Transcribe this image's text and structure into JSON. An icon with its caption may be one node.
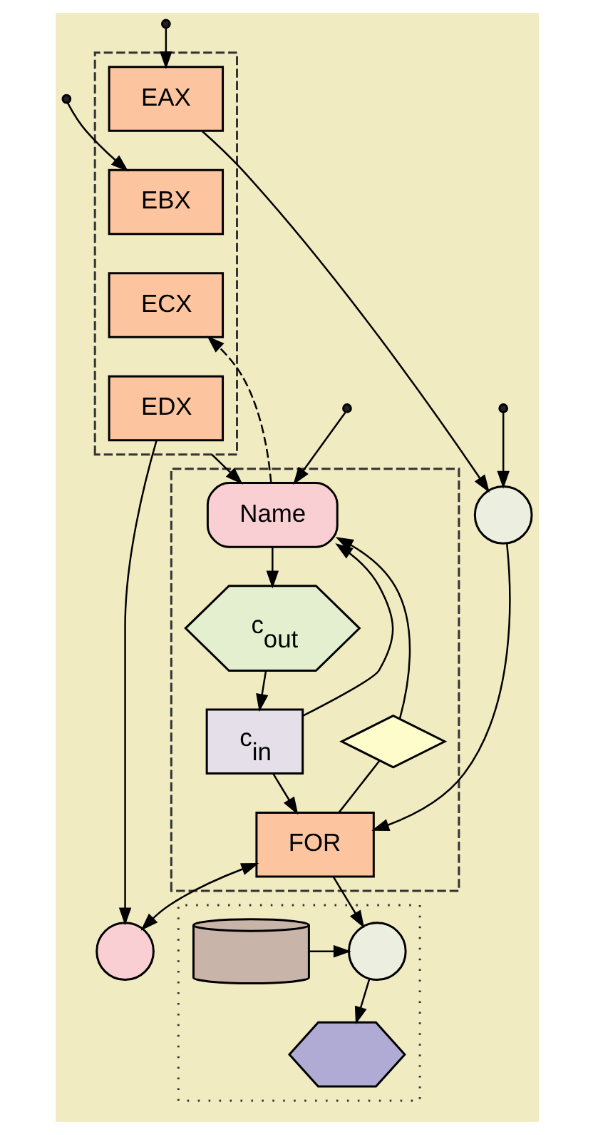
{
  "diagram": {
    "nodes": [
      {
        "text": [],
        "shape": "box"
      },
      {
        "text": [
          "EAX"
        ],
        "in": 0
      },
      {
        "text": [
          "EBX"
        ],
        "in": 0
      },
      {
        "text": [
          "ECX"
        ],
        "in": 0
      },
      {
        "text": [
          "EDX"
        ],
        "in": 0
      },
      {
        "text": [],
        "shape": "circle"
      },
      {
        "text": [],
        "shape": "box"
      },
      {
        "text": [
          "Name"
        ],
        "in": 6
      },
      {
        "text": [
          "c$_{out}$"
        ],
        "in": 6
      },
      {
        "text": [
          "c$_{in}$"
        ],
        "in": 6
      },
      {
        "text": [
          "FOR"
        ],
        "in": 6
      },
      {
        "text": [],
        "shape": "diamond",
        "in": 6
      },
      {
        "text": [],
        "shape": "circle"
      },
      {
        "text": [],
        "shape": "box"
      },
      {
        "text": [],
        "shape": "circle",
        "in": 13
      },
      {
        "text": [],
        "shape": "cylinder",
        "in": 13
      },
      {
        "text": [],
        "shape": "hexagon",
        "in": 13
      }
    ],
    "edges": [
      {
        "from": null,
        "to": 1,
        "arrow": "to"
      },
      {
        "from": 1,
        "to": 5,
        "arrow": "to"
      },
      {
        "from": null,
        "to": 2,
        "arrow": "to"
      },
      {
        "from": null,
        "to": 5,
        "arrow": "to"
      },
      {
        "from": null,
        "to": 7,
        "arrow": "to"
      },
      {
        "from": 4,
        "to": 12,
        "arrow": "to"
      },
      {
        "from": 0,
        "to": 7,
        "arrow": "to"
      },
      {
        "from": 7,
        "to": 3,
        "arrow": "to",
        "style": "dashed"
      },
      {
        "from": 7,
        "to": 8,
        "arrow": "to"
      },
      {
        "from": 8,
        "to": 9,
        "arrow": "to"
      },
      {
        "from": 9,
        "to": 7,
        "arrow": "to"
      },
      {
        "from": 10,
        "to": 11,
        "arrow": "none"
      },
      {
        "from": 11,
        "to": 7,
        "arrow": "to"
      },
      {
        "from": 5,
        "to": 10,
        "arrow": "to"
      },
      {
        "from": 9,
        "to": 10,
        "arrow": "to"
      },
      {
        "from": 10,
        "to": 12,
        "arrow": "both"
      },
      {
        "from": 10,
        "to": 14,
        "arrow": "to"
      },
      {
        "from": 15,
        "to": 14,
        "arrow": "to"
      },
      {
        "from": 14,
        "to": 16,
        "arrow": "to"
      }
    ]
  }
}
